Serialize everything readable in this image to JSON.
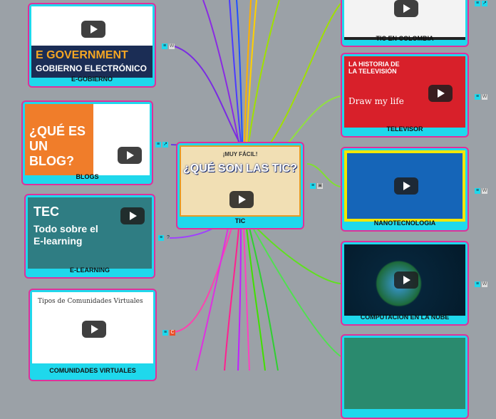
{
  "nodes": {
    "center": {
      "label": "TIC",
      "thumb_top": "¡MUY FÁCIL!",
      "thumb_main": "¿QUÉ SON LAS TIC?"
    },
    "egobierno": {
      "label": "E-GOBIERNO",
      "thumb_line1": "E GOVERNMENT",
      "thumb_line2": "GOBIERNO ELECTRÓNICO"
    },
    "blogs": {
      "label": "BLOGS",
      "thumb_text": "¿QUÉ ES UN BLOG?"
    },
    "elearning": {
      "label": "E-LEARNING",
      "thumb_logo": "TEC",
      "thumb_text": "Todo sobre el E-learning"
    },
    "comunidades": {
      "label": "COMUNIDADES VIRTUALES",
      "thumb_text": "Tipos de Comunidades Virtuales"
    },
    "colombia": {
      "label": "TIC EN COLOMBIA"
    },
    "televisor": {
      "label": "TELEVISOR",
      "thumb_text": "LA HISTORIA DE LA TELEVISIÓN",
      "thumb_sub": "Draw my life"
    },
    "nano": {
      "label": "NANOTECNOLOGIA"
    },
    "nube": {
      "label": "COMPUTACION EN LA NUBE"
    }
  },
  "icons": {
    "menu": "≡",
    "w": "W",
    "link": "↗",
    "c": "C",
    "img": "▣",
    "help": "?"
  },
  "colors": {
    "background": "#9ba1a7",
    "node_fill": "#1fd8ec",
    "node_border": "#e0309a"
  }
}
